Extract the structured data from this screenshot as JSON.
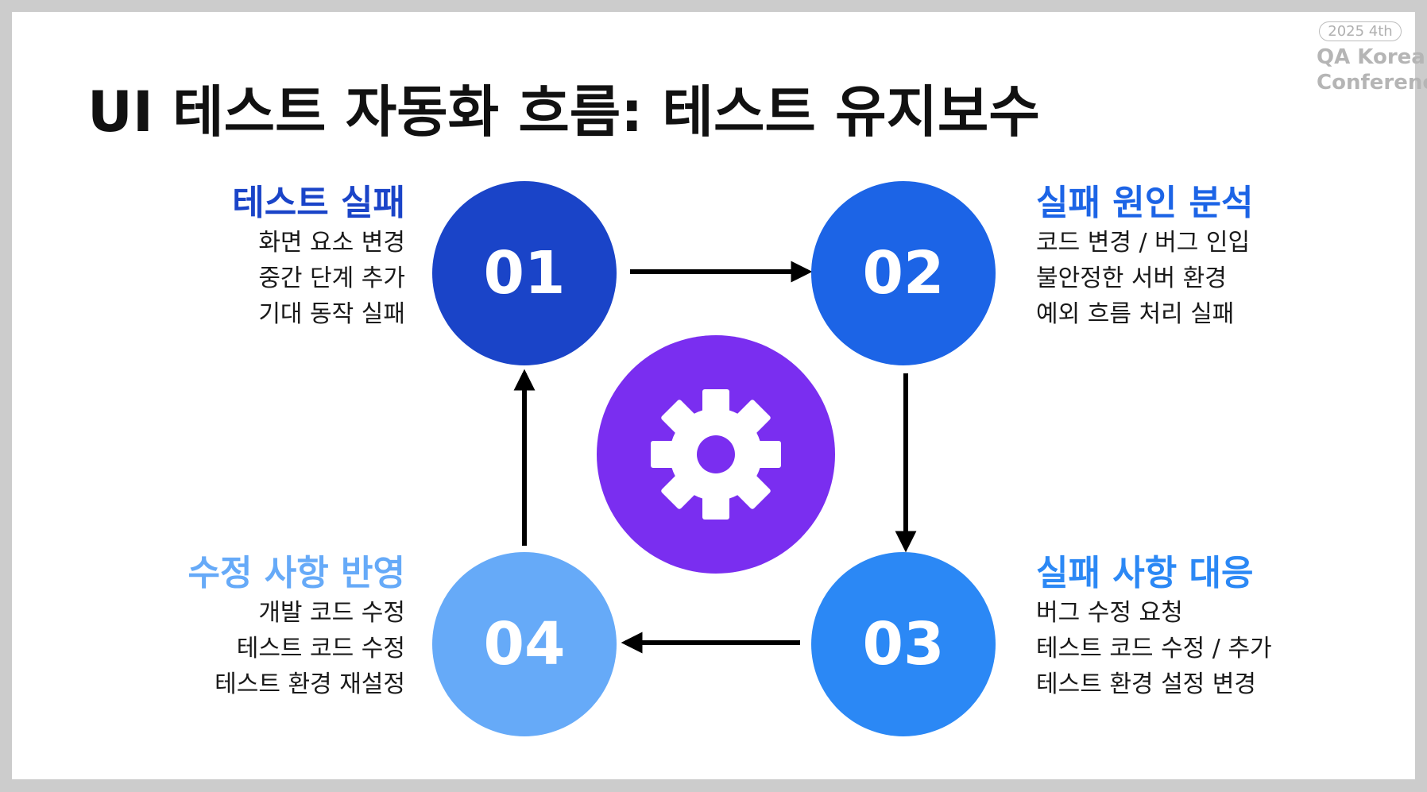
{
  "title": "UI 테스트 자동화 흐름: 테스트 유지보수",
  "badge": {
    "edition": "2025 4th",
    "line1": "QA Korea",
    "line2": "Conference"
  },
  "steps": [
    {
      "number": "01",
      "heading": "테스트 실패",
      "items": [
        "화면 요소 변경",
        "중간 단계 추가",
        "기대 동작 실패"
      ],
      "circle_color": "#1a44c8",
      "heading_color": "#1a44c8"
    },
    {
      "number": "02",
      "heading": "실패 원인 분석",
      "items": [
        "코드 변경 / 버그 인입",
        "불안정한 서버 환경",
        "예외 흐름 처리 실패"
      ],
      "circle_color": "#1c64e6",
      "heading_color": "#1c64e6"
    },
    {
      "number": "03",
      "heading": "실패 사항 대응",
      "items": [
        "버그 수정 요청",
        "테스트 코드 수정 / 추가",
        "테스트 환경 설정 변경"
      ],
      "circle_color": "#2b88f5",
      "heading_color": "#2b88f5"
    },
    {
      "number": "04",
      "heading": "수정 사항 반영",
      "items": [
        "개발 코드 수정",
        "테스트 코드 수정",
        "테스트 환경 재설정"
      ],
      "circle_color": "#66aaf8",
      "heading_color": "#66aaf8"
    }
  ],
  "center_icon": "gear-icon",
  "center_color": "#7a2ef0"
}
